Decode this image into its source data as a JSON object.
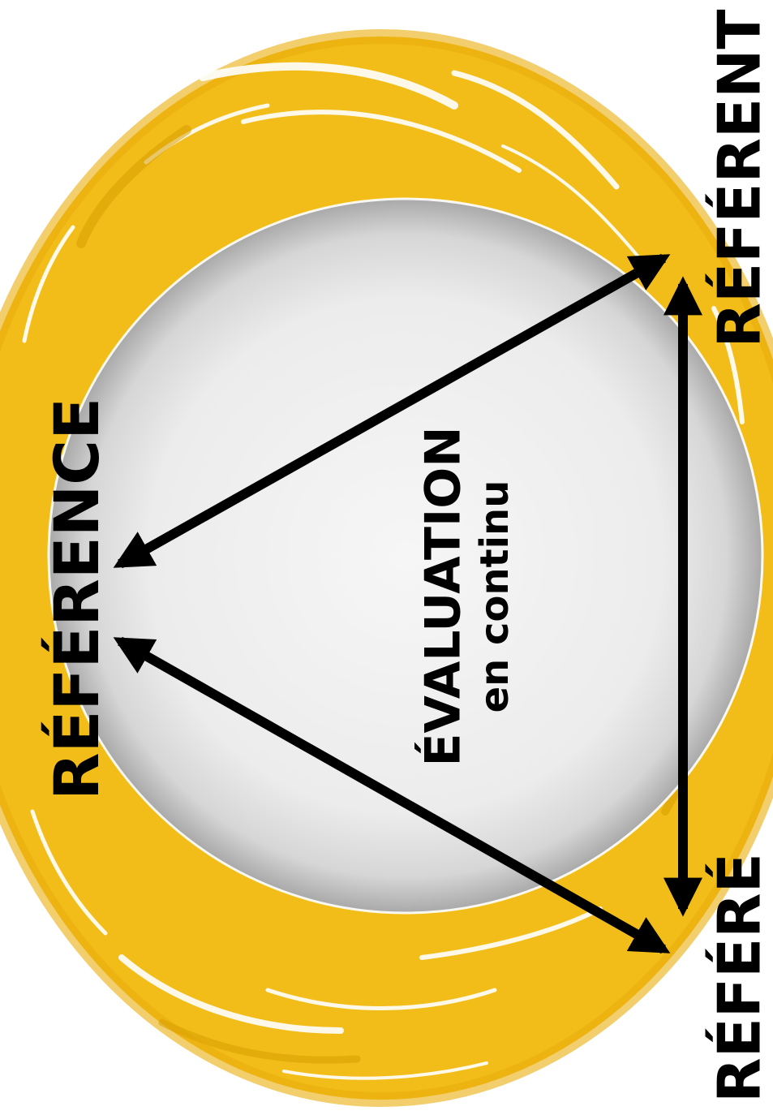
{
  "labels": {
    "reference": "RÉFÉRENCE",
    "referent": "RÉFÉRENT",
    "refere": "RÉFÉRÉ",
    "evaluation": "ÉVALUATION",
    "en_continu": "en continu"
  },
  "colors": {
    "ring": "#f2bd19",
    "ring_dark": "#e0a800",
    "disc_center": "#f4f4f4",
    "disc_edge": "#b9b9b9",
    "arrows": "#000000",
    "text": "#000000"
  },
  "arrows": [
    {
      "from": "referent",
      "to": "reference",
      "heads": "both"
    },
    {
      "from": "refere",
      "to": "reference",
      "heads": "both"
    },
    {
      "from": "refere",
      "to": "referent",
      "heads": "both"
    }
  ]
}
